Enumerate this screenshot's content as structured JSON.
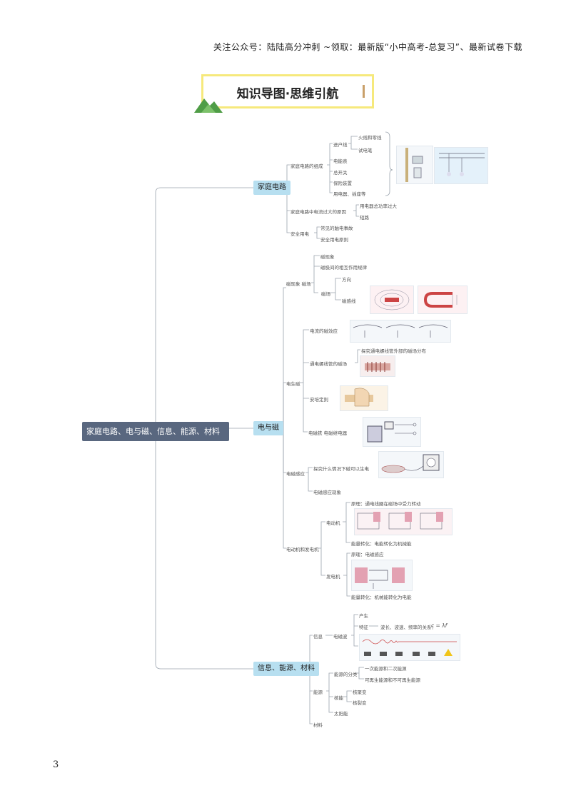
{
  "header": "关注公众号：陆陆高分冲刺 ~领取：最新版“小中高考-总复习”、最新试卷下载",
  "banner": "知识导图·思维引航",
  "root": "家庭电路、电与磁、信息、能源、材料",
  "branches": {
    "b1": "家庭电路",
    "b2": "电与磁",
    "b3": "信息、能源、材料"
  },
  "labels": {
    "t1": "家庭电路的组成",
    "t2": "进户线",
    "t3": "火线和零线",
    "t4": "试电笔",
    "t5": "电能表",
    "t6": "总开关",
    "t7": "保险装置",
    "t8": "用电器、插座等",
    "t9": "家庭电路中电流过大的原因",
    "t10": "用电器总功率过大",
    "t11": "短路",
    "t12": "安全用电",
    "t13": "常见的触电事故",
    "t14": "安全用电原则",
    "t15": "磁现象 磁场",
    "t16": "磁现象",
    "t17": "磁极间的相互作用规律",
    "t18": "磁场",
    "t19": "方向",
    "t20": "磁感线",
    "t21": "电流的磁效应",
    "t22": "通电螺线管的磁场",
    "t23": "探究通电螺线管外部的磁场分布",
    "t24": "安培定则",
    "t25": "电磁铁 电磁继电器",
    "t26": "电生磁",
    "t27": "电磁感应",
    "t28": "探究什么情况下磁可以生电",
    "t29": "电磁感应现象",
    "t30": "电动机和发电机",
    "t31": "电动机",
    "t32": "原理：通电线圈在磁场中受力转动",
    "t33": "能量转化：电能转化为机械能",
    "t34": "发电机",
    "t35": "原理：电磁感应",
    "t36": "能量转化：机械能转化为电能",
    "t37": "信息",
    "t38": "电磁波",
    "t39": "产生",
    "t40": "特征",
    "t41": "波长、波速、频率的关系：",
    "t42": "c = λf",
    "t43": "能源",
    "t44": "能源的分类",
    "t45": "一次能源和二次能源",
    "t46": "可再生能源和不可再生能源",
    "t47": "核能",
    "t48": "核聚变",
    "t49": "核裂变",
    "t50": "太阳能",
    "t51": "材料"
  },
  "page_number": "3",
  "colors": {
    "root": "#59677f",
    "branch": "#b7dff0",
    "line": "#9aa3ad",
    "banner_border": "#f6e97c",
    "mountain": "#4f9d46"
  }
}
